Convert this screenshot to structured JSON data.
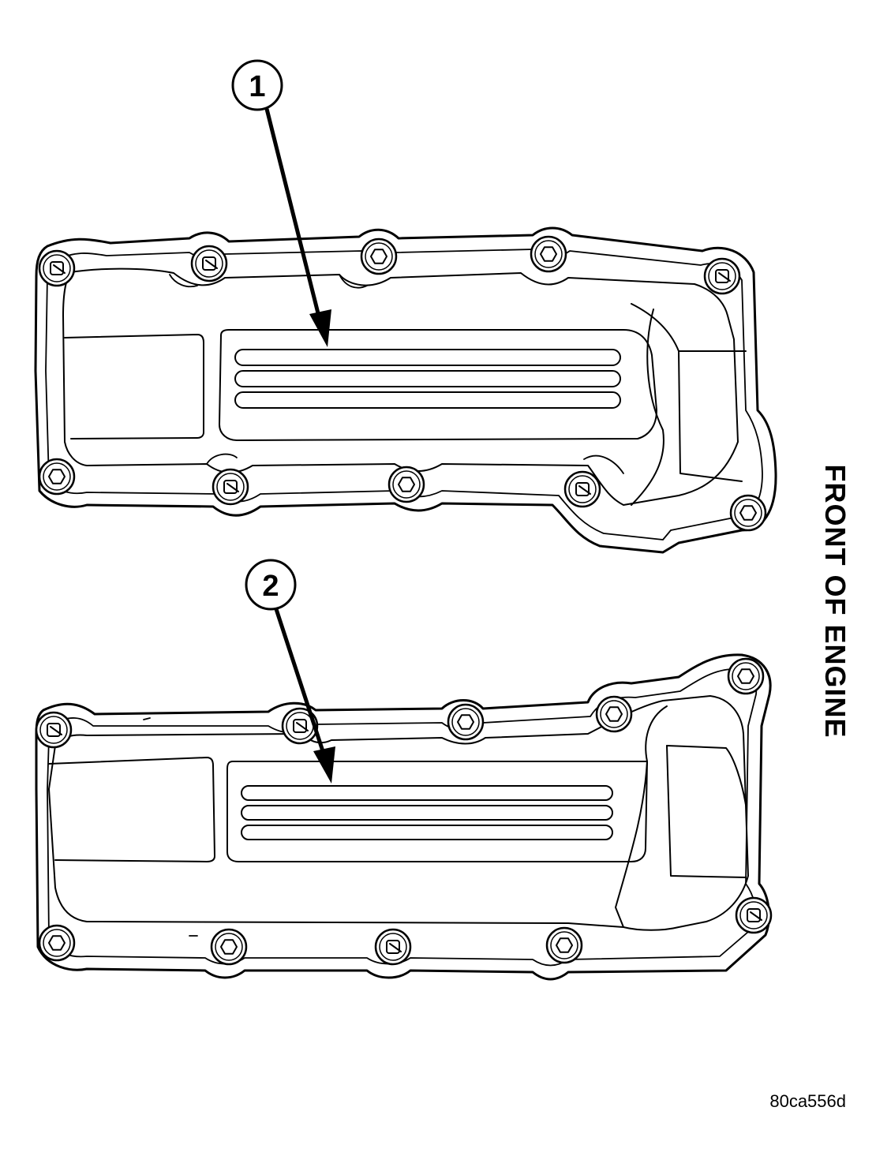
{
  "diagram": {
    "callouts": [
      {
        "label": "1"
      },
      {
        "label": "2"
      }
    ],
    "side_label": "FRONT OF ENGINE",
    "figure_id": "80ca556d",
    "colors": {
      "line": "#000000",
      "background": "#ffffff"
    }
  }
}
